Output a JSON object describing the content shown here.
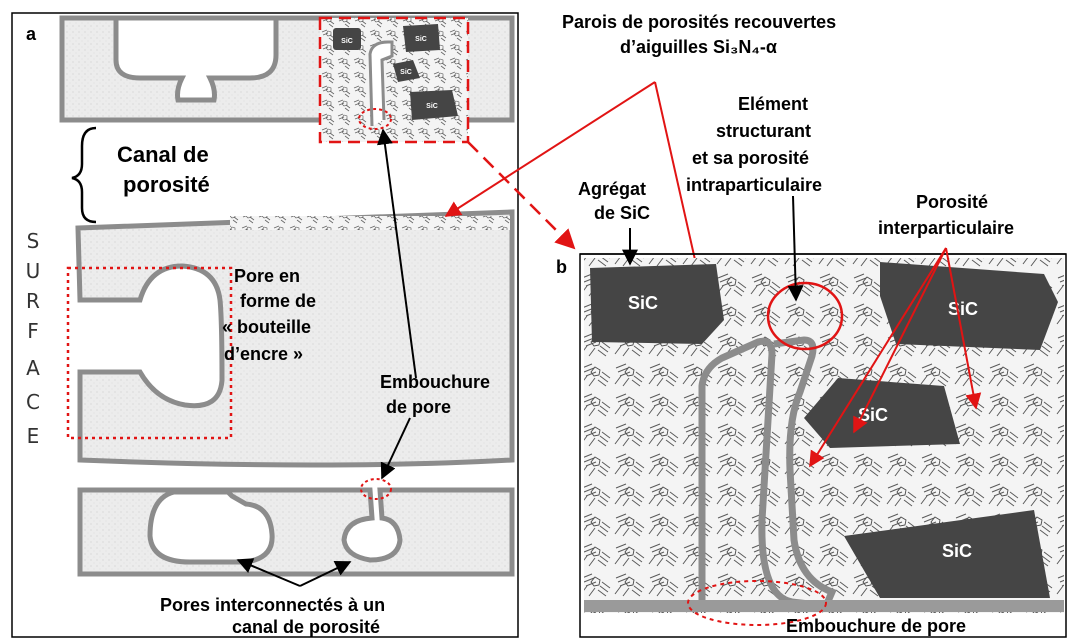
{
  "panels": {
    "a": {
      "letter": "a"
    },
    "b": {
      "letter": "b"
    }
  },
  "labels": {
    "parois": [
      "Parois de porosités recouvertes",
      "d’aiguilles Si₃N₄-α"
    ],
    "canal": [
      "Canal de",
      "porosité"
    ],
    "surface": [
      "S",
      "U",
      "R",
      "F",
      "A",
      "C",
      "E"
    ],
    "pore_bouteille": [
      "Pore en",
      "forme de",
      "« bouteille",
      "d’encre »"
    ],
    "embouchure_a": [
      "Embouchure",
      "de pore"
    ],
    "pores_interconnectes": [
      "Pores interconnectés à un",
      "canal de porosité"
    ],
    "agregat": [
      "Agrégat",
      "de SiC"
    ],
    "element": [
      "Elément",
      "structurant",
      "et sa porosité",
      "intraparticulaire"
    ],
    "porosite_inter": [
      "Porosité",
      "interparticulaire"
    ],
    "embouchure_b": "Embouchure de pore"
  },
  "sic": {
    "label": "SiC"
  },
  "colors": {
    "arrow_red": "#e11414",
    "arrow_black": "#000000",
    "sic_fill": "#454545",
    "wall_gray": "#8c8c8c",
    "matrix": "#e9e9e9"
  }
}
